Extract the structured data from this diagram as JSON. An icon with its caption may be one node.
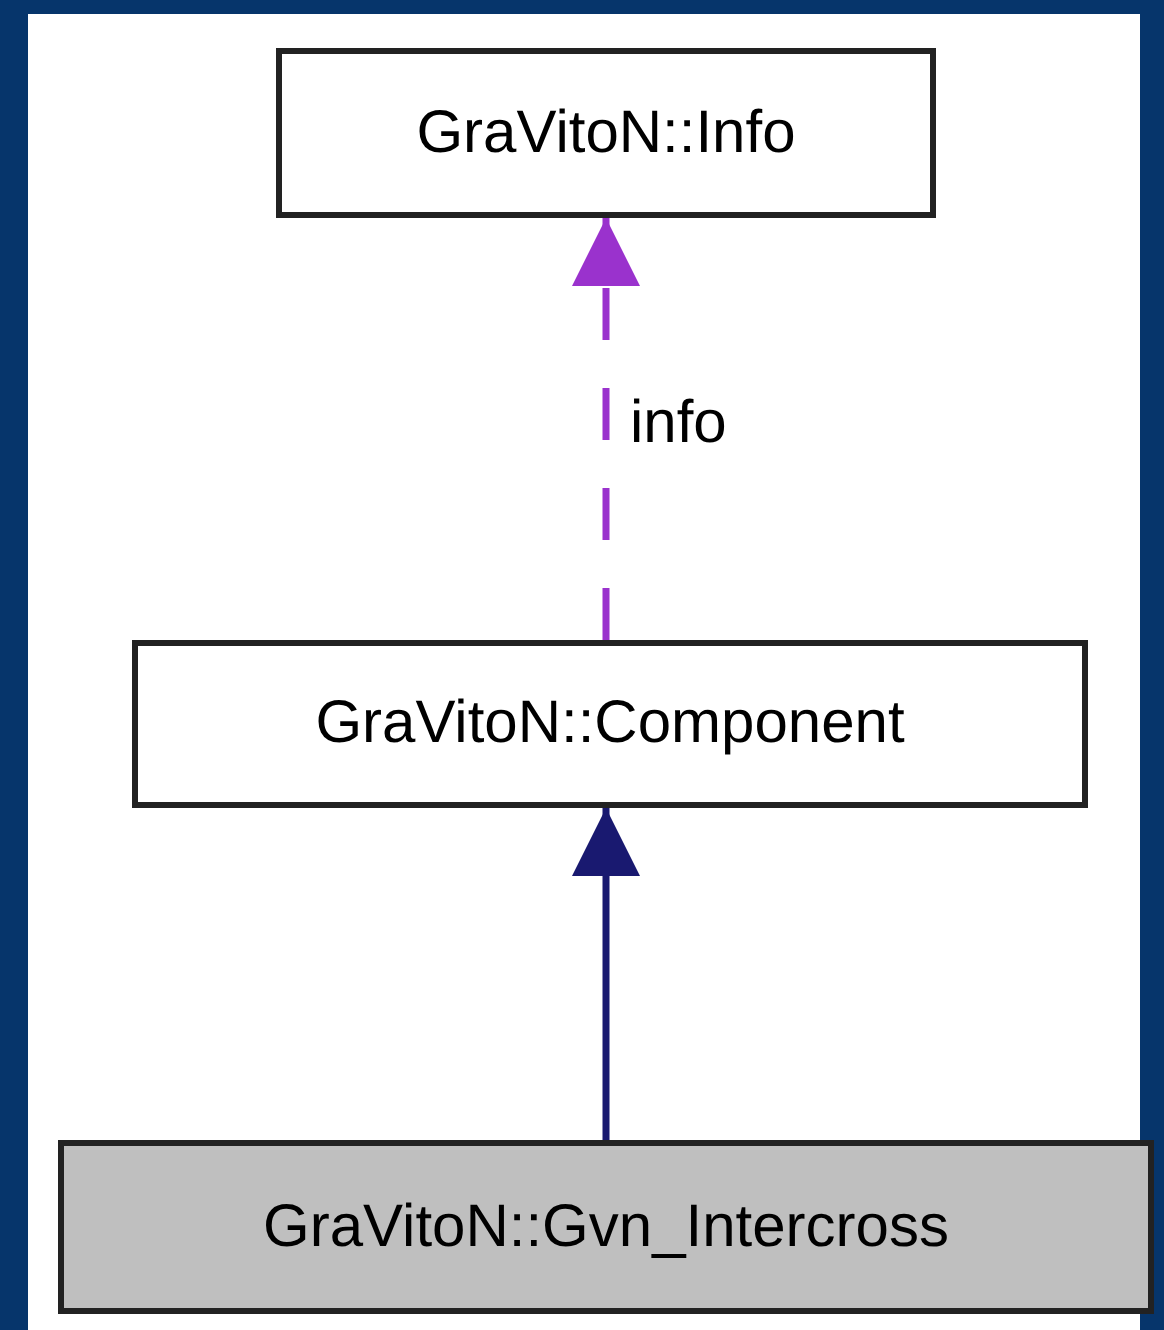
{
  "diagram": {
    "nodes": [
      {
        "text": [
          "GraVitoN::Info"
        ]
      },
      {
        "text": [
          "GraVitoN::Component"
        ]
      },
      {
        "text": [
          "GraVitoN::Gvn_Intercross"
        ]
      }
    ],
    "edges": [
      {
        "from": 1,
        "to": 0,
        "arrow": "to",
        "label": "info",
        "style": "dashed",
        "color": "#9a32cd"
      },
      {
        "from": 2,
        "to": 1,
        "arrow": "to",
        "color": "#191970"
      }
    ]
  }
}
